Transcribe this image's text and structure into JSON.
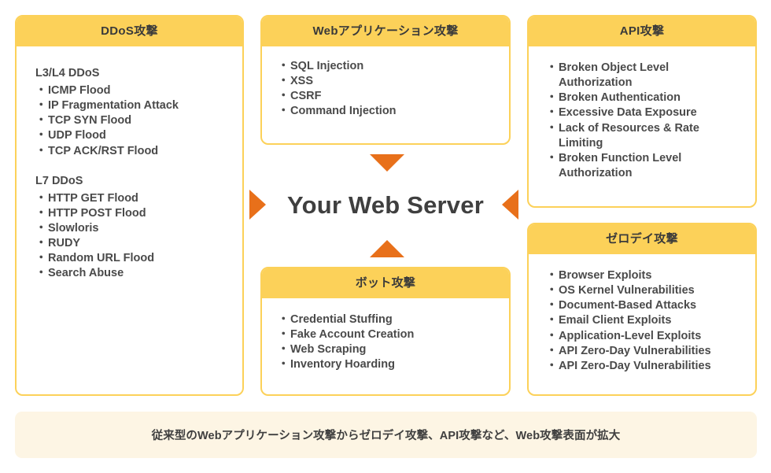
{
  "cards": {
    "ddos": {
      "title": "DDoS攻撃",
      "groups": [
        {
          "label": "L3/L4 DDoS",
          "items": [
            "ICMP Flood",
            "IP Fragmentation Attack",
            "TCP SYN Flood",
            "UDP Flood",
            "TCP ACK/RST Flood"
          ]
        },
        {
          "label": "L7 DDoS",
          "items": [
            "HTTP GET Flood",
            "HTTP POST Flood",
            "Slowloris",
            "RUDY",
            "Random URL Flood",
            "Search Abuse"
          ]
        }
      ]
    },
    "webapp": {
      "title": "Webアプリケーション攻撃",
      "items": [
        "SQL Injection",
        "XSS",
        "CSRF",
        "Command Injection"
      ]
    },
    "api": {
      "title": "API攻撃",
      "items": [
        "Broken Object Level Authorization",
        "Broken Authentication",
        "Excessive Data Exposure",
        "Lack of Resources & Rate Limiting",
        "Broken Function Level Authorization"
      ]
    },
    "zeroday": {
      "title": "ゼロデイ攻撃",
      "items": [
        "Browser Exploits",
        "OS Kernel Vulnerabilities",
        "Document-Based Attacks",
        "Email Client Exploits",
        "Application-Level Exploits",
        "API Zero-Day Vulnerabilities",
        "API Zero-Day Vulnerabilities"
      ]
    },
    "bot": {
      "title": "ボット攻撃",
      "items": [
        "Credential Stuffing",
        "Fake Account Creation",
        "Web Scraping",
        "Inventory Hoarding"
      ]
    }
  },
  "center": {
    "label": "Your Web Server"
  },
  "banner": {
    "text": "従来型のWebアプリケーション攻撃からゼロデイ攻撃、API攻撃など、Web攻撃表面が拡大"
  },
  "colors": {
    "header_yellow": "#FCD159",
    "arrow_orange": "#E8701A",
    "banner_cream": "#FDF5E4",
    "text_dark": "#4a4a4a"
  },
  "icons": {
    "arrow_down": "arrow-down-icon",
    "arrow_up": "arrow-up-icon",
    "arrow_right": "arrow-right-icon",
    "arrow_left": "arrow-left-icon"
  }
}
